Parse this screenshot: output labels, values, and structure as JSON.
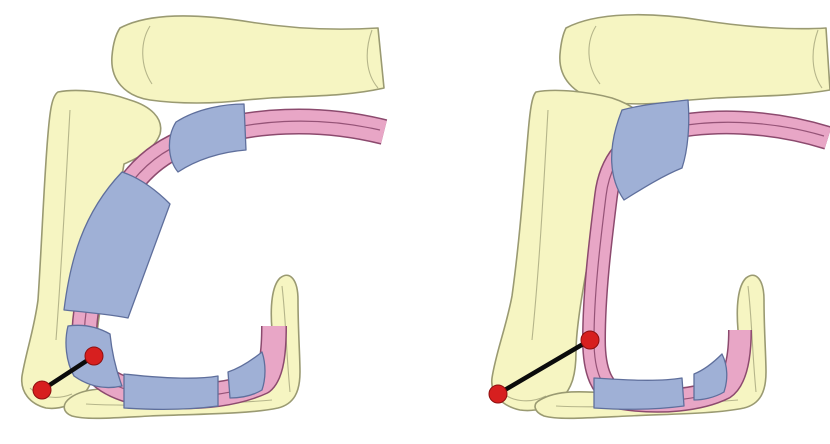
{
  "colors": {
    "bone": "#f6f5c2",
    "bone_outline": "#9a9a72",
    "tendon": "#e8a6c6",
    "tendon_outline": "#8c4a6e",
    "sheath": "#9fb0d6",
    "sheath_outline": "#5f6f9c",
    "moment_arm": "#0b0b0b",
    "joint_marker": "#d71f1f"
  },
  "panels": [
    {
      "id": "left",
      "pulleys": "intact",
      "moment_arm": "short"
    },
    {
      "id": "right",
      "pulleys": "partial",
      "moment_arm": "long"
    }
  ]
}
